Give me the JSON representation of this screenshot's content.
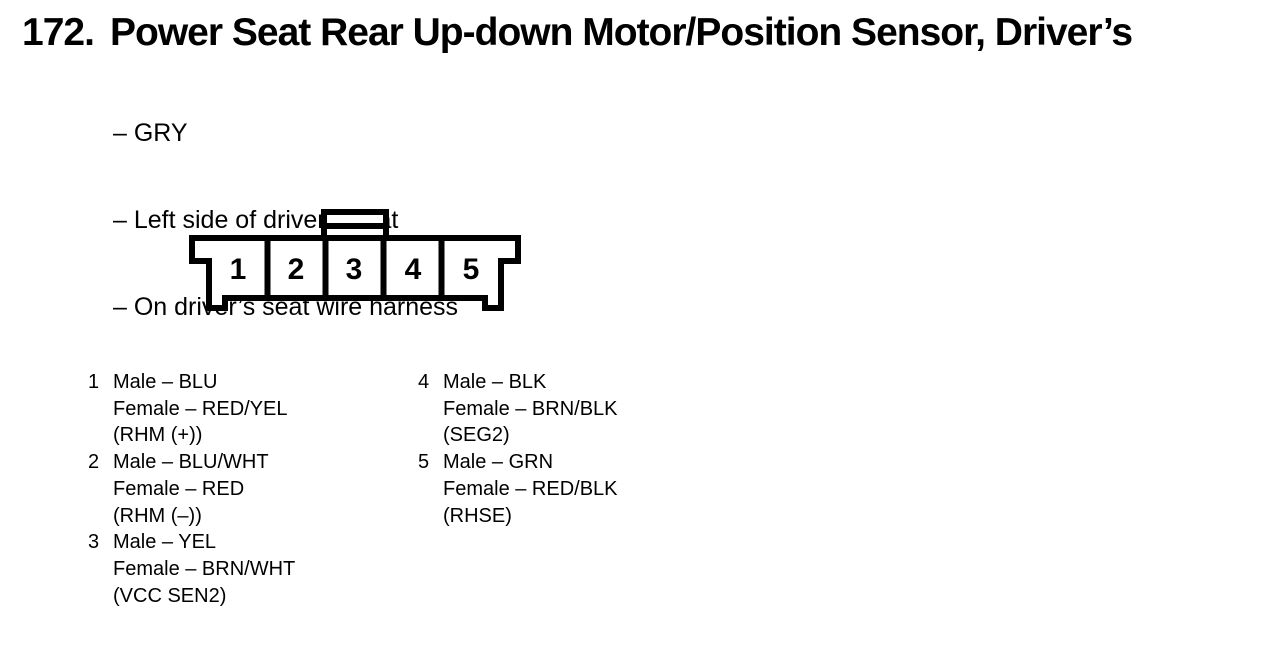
{
  "colors": {
    "ink": "#000000",
    "paper": "#ffffff"
  },
  "header": {
    "number": "172.",
    "title": "Power Seat Rear Up-down Motor/Position Sensor, Driver’s",
    "bullets": [
      "– GRY",
      "– Left side of driver’s seat",
      "– On driver’s seat wire harness"
    ]
  },
  "connector": {
    "description": "5-pin connector, front view, locking tab on top",
    "pins": [
      "1",
      "2",
      "3",
      "4",
      "5"
    ]
  },
  "pin_list": [
    {
      "pin": "1",
      "lines": [
        "Male – BLU",
        "Female – RED/YEL",
        "(RHM (+))"
      ]
    },
    {
      "pin": "2",
      "lines": [
        "Male – BLU/WHT",
        "Female – RED",
        "(RHM (–))"
      ]
    },
    {
      "pin": "3",
      "lines": [
        "Male – YEL",
        "Female – BRN/WHT",
        "(VCC SEN2)"
      ]
    },
    {
      "pin": "4",
      "lines": [
        "Male – BLK",
        "Female – BRN/BLK",
        "(SEG2)"
      ]
    },
    {
      "pin": "5",
      "lines": [
        "Male – GRN",
        "Female – RED/BLK",
        "(RHSE)"
      ]
    }
  ]
}
